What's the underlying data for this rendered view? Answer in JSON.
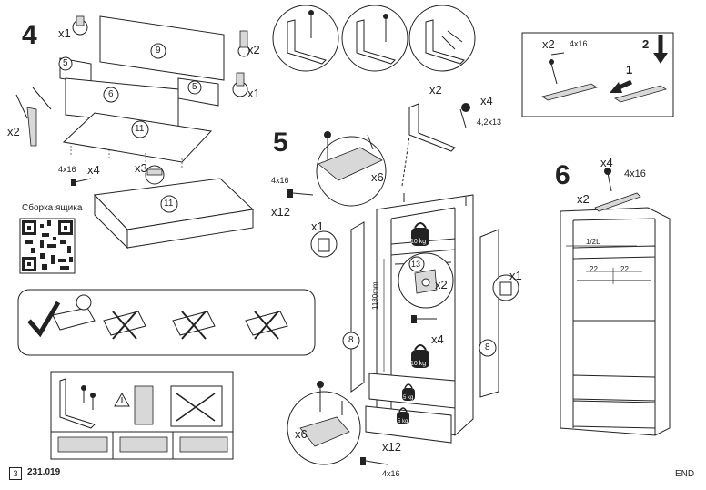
{
  "steps": {
    "s4": "4",
    "s5": "5",
    "s6": "6"
  },
  "quantities": {
    "x1_top": "x1",
    "x2_top_right": "x2",
    "x1_mid": "x1",
    "x2_left": "x2",
    "x4_screws": "x4",
    "x3_dowels": "x3",
    "x2_tool": "x2",
    "x4_tool": "x4",
    "x6_hinge": "x6",
    "x12_left": "x12",
    "x1_door_left": "x1",
    "x1_door_right": "x1",
    "x2_bracket": "x2",
    "x4_bracket": "x4",
    "x6_runner": "x6",
    "x12_runner": "x12",
    "x2_inset": "x2",
    "x4_step6": "x4",
    "x2_step6": "x2"
  },
  "specs": {
    "spec_4x16_a": "4x16",
    "spec_4x16_b": "4x16",
    "spec_4_2x13": "4,2x13",
    "spec_4x16_c": "4x16",
    "spec_4x16_inset": "4x16",
    "spec_4x16_step6": "4x16"
  },
  "parts": {
    "p5a": "5",
    "p5b": "5",
    "p9": "9",
    "p6": "6",
    "p11a": "11",
    "p11b": "11",
    "p8a": "8",
    "p8b": "8",
    "p13": "13"
  },
  "weights": {
    "w1": "10 kg",
    "w2": "10 kg",
    "w3": "5 kg",
    "w4": "5 kg"
  },
  "dimensions": {
    "height": "1180mm",
    "half": "1/2L",
    "d1": "22",
    "d2": "22"
  },
  "arrows": {
    "a1": "1",
    "a2": "2"
  },
  "qr_caption": "Сборка ящика",
  "footer": {
    "page": "3",
    "code": "231.019",
    "end": "END"
  },
  "colors": {
    "ink": "#222222",
    "panel": "#d8d8d8",
    "background": "#ffffff"
  }
}
